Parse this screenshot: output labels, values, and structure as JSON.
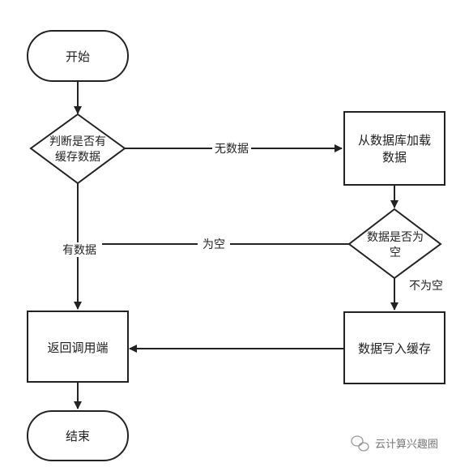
{
  "flowchart": {
    "nodes": {
      "start": "开始",
      "check_cache": [
        "判断是否有",
        "缓存数据"
      ],
      "load_db": [
        "从数据库加载",
        "数据"
      ],
      "check_empty": [
        "数据是否为",
        "空"
      ],
      "write_cache": "数据写入缓存",
      "return_caller": "返回调用端",
      "end": "结束"
    },
    "edges": {
      "no_data": "无数据",
      "has_data": "有数据",
      "is_empty": "为空",
      "not_empty": "不为空"
    }
  },
  "watermark": {
    "text": "云计算兴趣圈",
    "icon": "wechat-icon"
  },
  "colors": {
    "stroke": "#222222",
    "background": "#ffffff",
    "watermark": "#999999"
  }
}
